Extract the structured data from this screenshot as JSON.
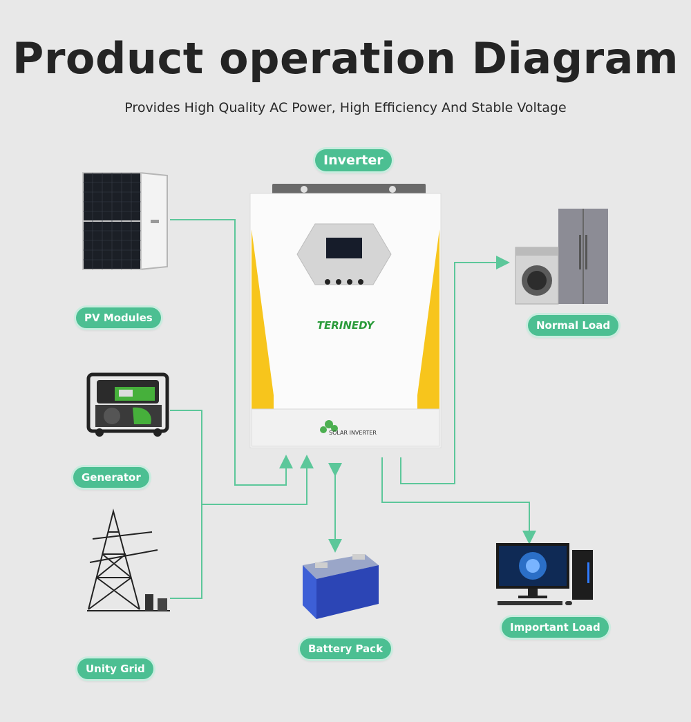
{
  "title": "Product operation Diagram",
  "subtitle": "Provides High Quality AC Power, High Efficiency And Stable Voltage",
  "labels": {
    "inverter": "Inverter",
    "pv_modules": "PV Modules",
    "generator": "Generator",
    "unity_grid": "Unity Grid",
    "battery_pack": "Battery Pack",
    "normal_load": "Normal Load",
    "important_load": "Important Load"
  },
  "inverter": {
    "brand": "TERINEDY",
    "model_text": "SOLAR INVERTER"
  },
  "colors": {
    "background": "#e8e8e8",
    "accent_green": "#4cbf92",
    "line_green": "#5cc79a",
    "inverter_yellow": "#f7c51c"
  }
}
